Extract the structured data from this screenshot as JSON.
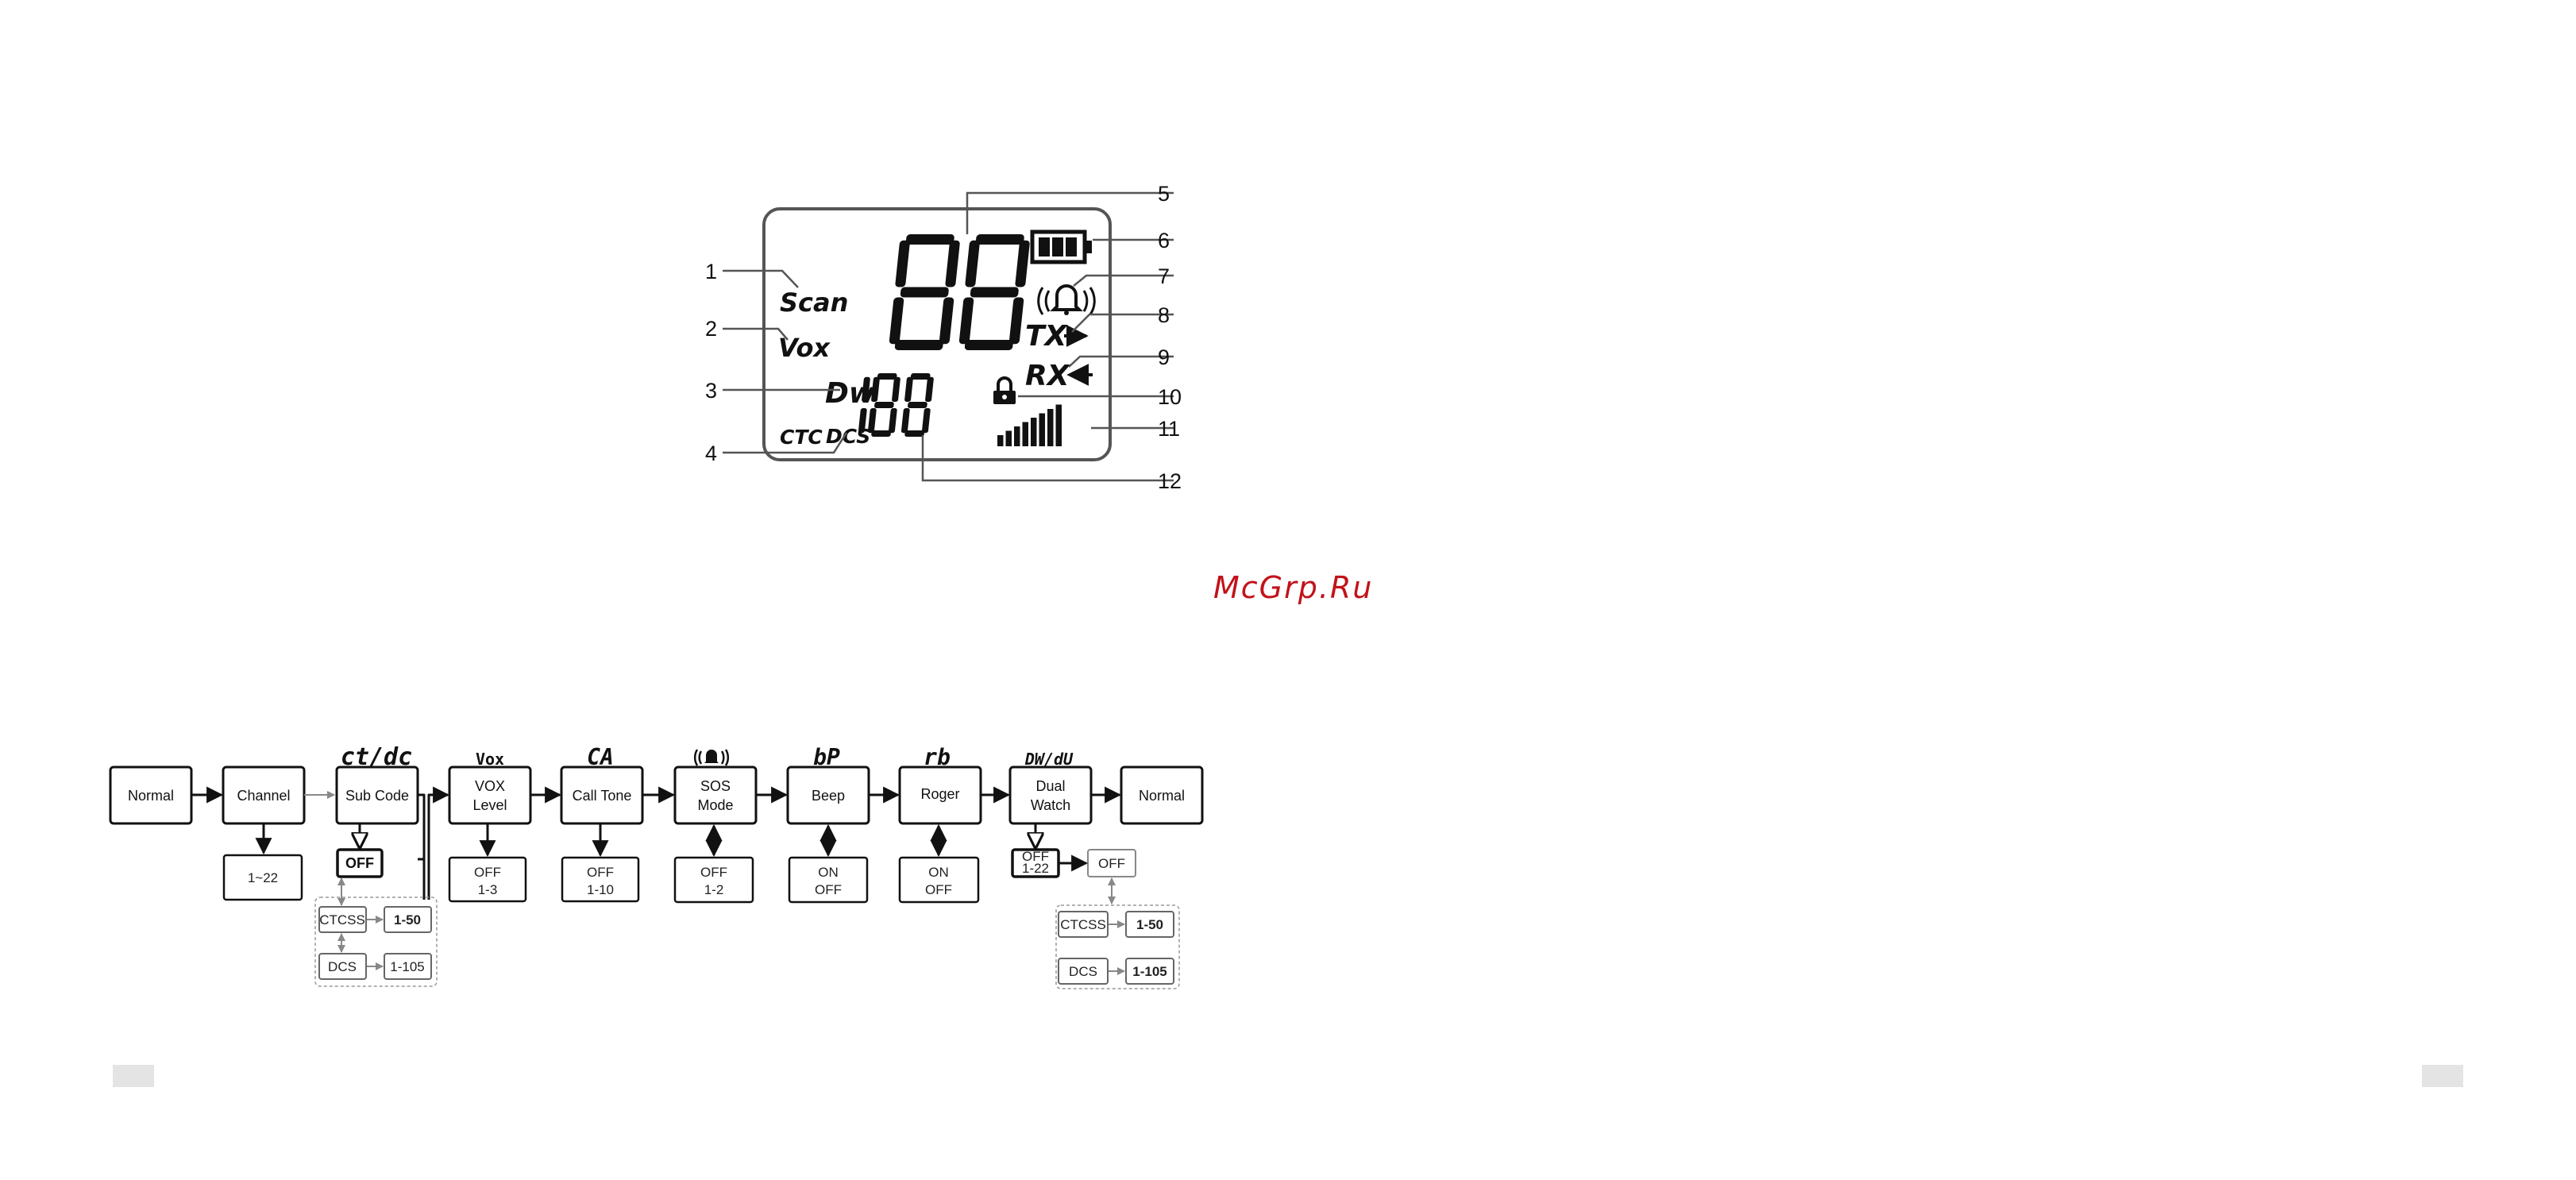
{
  "lcd": {
    "labels": {
      "scan": "Scan",
      "vox": "Vox",
      "dw": "Dw",
      "ctc": "CTC",
      "dcs": "DCS",
      "tx": "TX",
      "rx": "RX"
    },
    "big_digits": "88",
    "small_digits": "188",
    "callouts": [
      "1",
      "2",
      "3",
      "4",
      "5",
      "6",
      "7",
      "8",
      "9",
      "10",
      "11",
      "12"
    ],
    "signal_bars": 8
  },
  "watermark": "McGrp.Ru",
  "flow": {
    "headers": {
      "sub_code": "ct/dc",
      "vox": "Vox",
      "call_tone": "CA",
      "beep": "bP",
      "roger": "rb",
      "dual": "DW/dU"
    },
    "boxes": {
      "normal_start": "Normal",
      "channel": "Channel",
      "sub_code": "Sub Code",
      "vox_level": [
        "VOX",
        "Level"
      ],
      "call_tone": "Call Tone",
      "sos_mode": [
        "SOS",
        "Mode"
      ],
      "beep": "Beep",
      "roger": "Roger",
      "dual_watch": [
        "Dual",
        "Watch"
      ],
      "normal_end": "Normal"
    },
    "options": {
      "channel": "1~22",
      "sub_code": "OFF",
      "vox": [
        "OFF",
        "1-3"
      ],
      "call_tone": [
        "OFF",
        "1-10"
      ],
      "sos": [
        "OFF",
        "1-2"
      ],
      "beep": [
        "ON",
        "OFF"
      ],
      "roger": [
        "ON",
        "OFF"
      ],
      "dual_small": [
        "OFF",
        "1-22"
      ],
      "dual_off": "OFF"
    },
    "sub_options": {
      "ctcss": "CTCSS",
      "ctcss_range": "1-50",
      "dcs": "DCS",
      "dcs_range": "1-105"
    }
  }
}
